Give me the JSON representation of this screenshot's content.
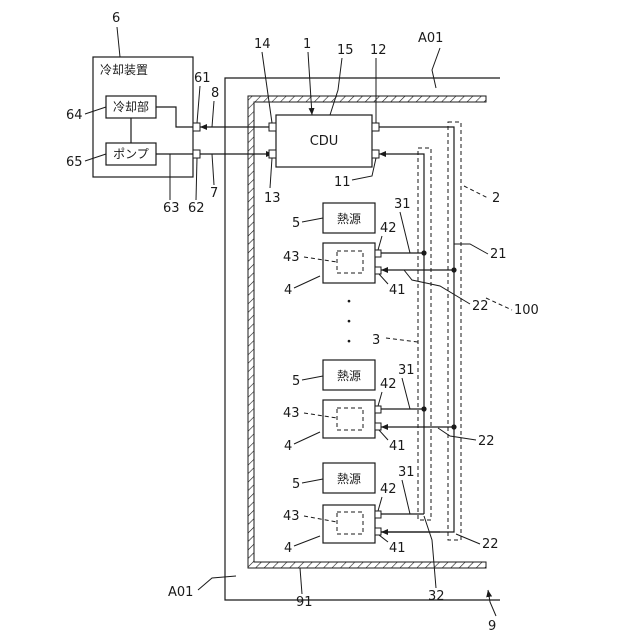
{
  "labels": {
    "cooling_device_ref": "6",
    "cooling_device_title": "冷却装置",
    "cooling_unit_ref": "64",
    "cooling_unit": "冷却部",
    "pump_ref": "65",
    "pump": "ポンプ",
    "ref_61": "61",
    "ref_8": "8",
    "ref_62": "62",
    "ref_63": "63",
    "ref_7": "7",
    "ref_14": "14",
    "ref_1": "1",
    "ref_15": "15",
    "ref_12": "12",
    "ref_13": "13",
    "ref_11": "11",
    "cdu": "CDU",
    "a01_top": "A01",
    "a01_bottom": "A01",
    "ref_2": "2",
    "ref_21": "21",
    "ref_22_a": "22",
    "ref_22_b": "22",
    "ref_22_c": "22",
    "ref_100": "100",
    "ref_3": "3",
    "ref_31_a": "31",
    "ref_31_b": "31",
    "ref_31_c": "31",
    "ref_32": "32",
    "ref_91": "91",
    "ref_9": "9",
    "heat_source_1": "熱源",
    "heat_source_2": "熱源",
    "heat_source_3": "熱源",
    "ref_5_a": "5",
    "ref_5_b": "5",
    "ref_5_c": "5",
    "ref_42_a": "42",
    "ref_42_b": "42",
    "ref_42_c": "42",
    "ref_41_a": "41",
    "ref_41_b": "41",
    "ref_41_c": "41",
    "ref_43_a": "43",
    "ref_43_b": "43",
    "ref_43_c": "43",
    "ref_4_a": "4",
    "ref_4_b": "4",
    "ref_4_c": "4",
    "ellipsis": "・"
  }
}
